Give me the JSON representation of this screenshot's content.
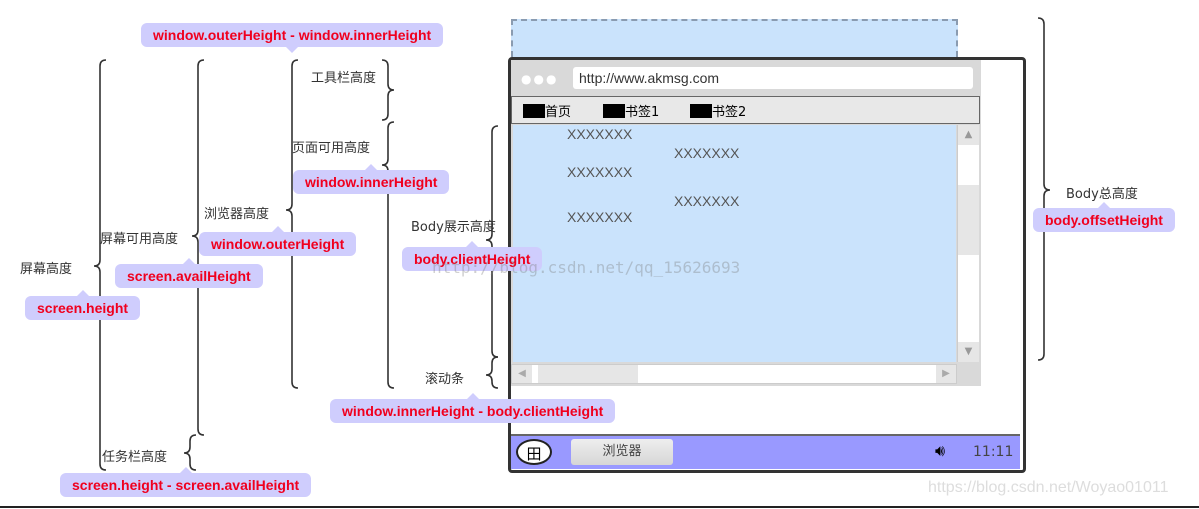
{
  "labels": {
    "screen_height": "屏幕高度",
    "avail_height": "屏幕可用高度",
    "taskbar_height": "任务栏高度",
    "browser_height": "浏览器高度",
    "toolbar_height": "工具栏高度",
    "page_usable_height": "页面可用高度",
    "body_display_height": "Body展示高度",
    "scrollbar": "滚动条",
    "body_total_height": "Body总高度"
  },
  "pills": {
    "outer_minus_inner": "window.outerHeight - window.innerHeight",
    "inner_height": "window.innerHeight",
    "outer_height": "window.outerHeight",
    "avail_height": "screen.availHeight",
    "screen_height": "screen.height",
    "screen_minus_avail": "screen.height - screen.availHeight",
    "client_height": "body.clientHeight",
    "inner_minus_client": "window.innerHeight - body.clientHeight",
    "offset_height": "body.offsetHeight"
  },
  "browser": {
    "url": "http://www.akmsg.com",
    "bookmarks": [
      "首页",
      "书签1",
      "书签2"
    ],
    "content": [
      "XXXXXXX",
      "XXXXXXX",
      "XXXXXXX",
      "XXXXXXX",
      "XXXXXXX"
    ]
  },
  "taskbar": {
    "start": "田",
    "app": "浏览器",
    "time": "11:11"
  },
  "watermarks": [
    "http://blog.csdn.net/qq_15626693",
    "https://blog.csdn.net/Woyao01011"
  ],
  "colors": {
    "pill": "#cfcdfd",
    "pill_text": "#f0001e",
    "content": "#cae3fc",
    "taskbar": "#9999ff"
  }
}
